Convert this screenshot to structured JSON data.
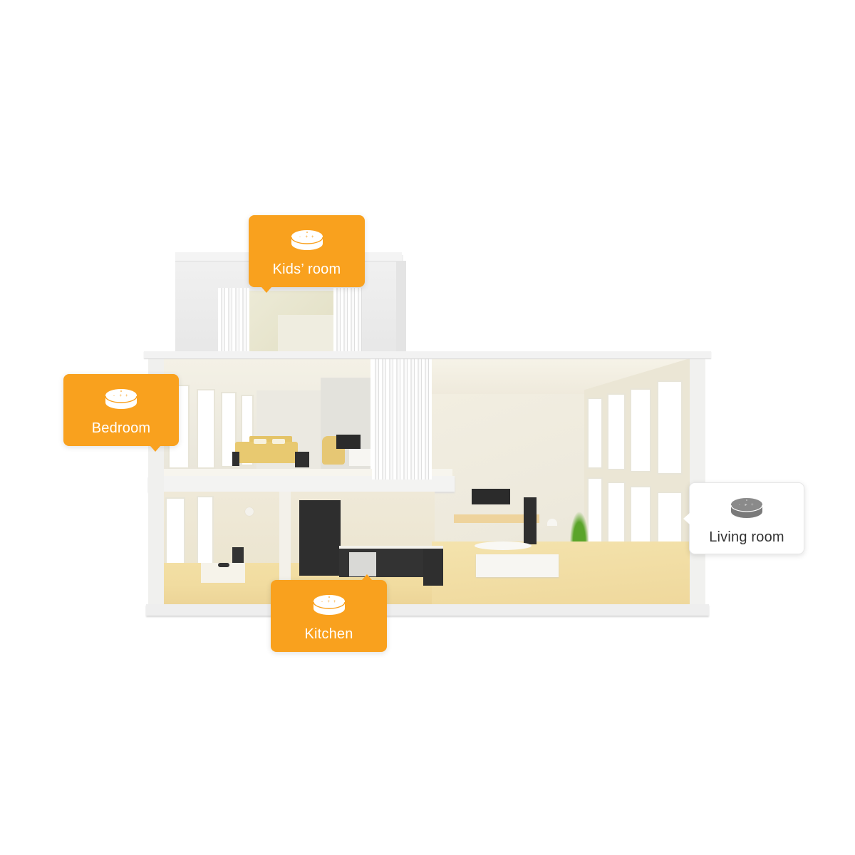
{
  "scene": {
    "description": "Cutaway illustration of a two-storey house with smart speaker location callouts",
    "background_color": "#ffffff"
  },
  "colors": {
    "accent_orange": "#f9a11e",
    "callout_white": "#ffffff",
    "label_dark": "#333333",
    "speaker_icon_gray": "#777777"
  },
  "callouts": [
    {
      "id": "kids-room",
      "label": "Kids’ room",
      "icon": "smart-speaker-icon",
      "style": "orange",
      "tail": "bottom-left"
    },
    {
      "id": "bedroom",
      "label": "Bedroom",
      "icon": "smart-speaker-icon",
      "style": "orange",
      "tail": "bottom-right"
    },
    {
      "id": "kitchen",
      "label": "Kitchen",
      "icon": "smart-speaker-icon",
      "style": "orange",
      "tail": "top-right"
    },
    {
      "id": "living-room",
      "label": "Living room",
      "icon": "smart-speaker-icon",
      "style": "white",
      "tail": "left"
    }
  ]
}
